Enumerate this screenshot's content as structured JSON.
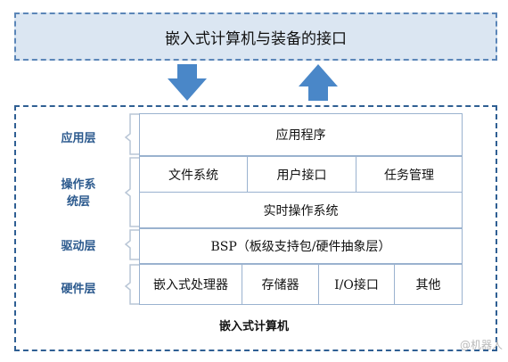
{
  "top_banner": {
    "text": "嵌入式计算机与装备的接口"
  },
  "layers": {
    "app": "应用层",
    "os": "操作系统层",
    "driver": "驱动层",
    "hw": "硬件层"
  },
  "cells": {
    "application": "应用程序",
    "file_system": "文件系统",
    "user_interface": "用户接口",
    "task_mgmt": "任务管理",
    "rtos": "实时操作系统",
    "bsp": "BSP（板级支持包/硬件抽象层）",
    "processor": "嵌入式处理器",
    "memory": "存储器",
    "io": "I/O接口",
    "other": "其他"
  },
  "footer": "嵌入式计算机",
  "watermark": "@机器人"
}
